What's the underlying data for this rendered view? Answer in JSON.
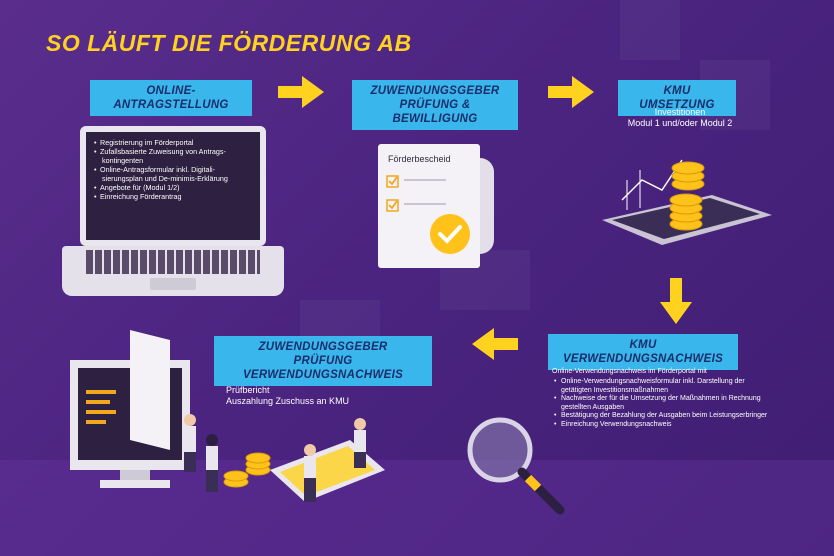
{
  "title": "SO LÄUFT DIE FÖRDERUNG AB",
  "steps": {
    "step1": {
      "label": "ONLINE-ANTRAGSTELLUNG",
      "items": [
        "Registrierung im Förderportal",
        "Zufallsbasierte Zuweisung von Antrags- kontingenten",
        "Online-Antragsformular inkl. Digitali- sierungsplan und De-minimis-Erklärung",
        "Angebote für (Modul 1/2)",
        "Einreichung Förderantrag"
      ]
    },
    "step2": {
      "label_line1": "ZUWENDUNGSGEBER",
      "label_line2": "PRÜFUNG & BEWILLIGUNG",
      "doc_title": "Förderbescheid"
    },
    "step3": {
      "label": "KMU UMSETZUNG",
      "text_line1": "Investitionen",
      "text_line2": "Modul 1 und/oder Modul 2"
    },
    "step4": {
      "label": "KMU VERWENDUNGSNACHWEIS",
      "intro": "Online-Verwendungsnachweis im Förderportal mit",
      "items": [
        "Online-Verwendungsnachweisformular inkl. Darstellung der getätigten Investitionsmaßnahmen",
        "Nachweise der für die Umsetzung der Maßnahmen in Rechnung gestellten Ausgaben",
        "Bestätigung der Bezahlung der Ausgaben beim Leistungserbringer",
        "Einreichung Verwendungsnachweis"
      ]
    },
    "step5": {
      "label_line1": "ZUWENDUNGSGEBER",
      "label_line2": "PRÜFUNG VERWENDUNGSNACHWEIS",
      "text_line1": "Prüfbericht",
      "text_line2": "Auszahlung Zuschuss an KMU"
    }
  },
  "colors": {
    "accent_yellow": "#ffd21f",
    "label_blue": "#39b6ec",
    "background": "#4b2480"
  }
}
